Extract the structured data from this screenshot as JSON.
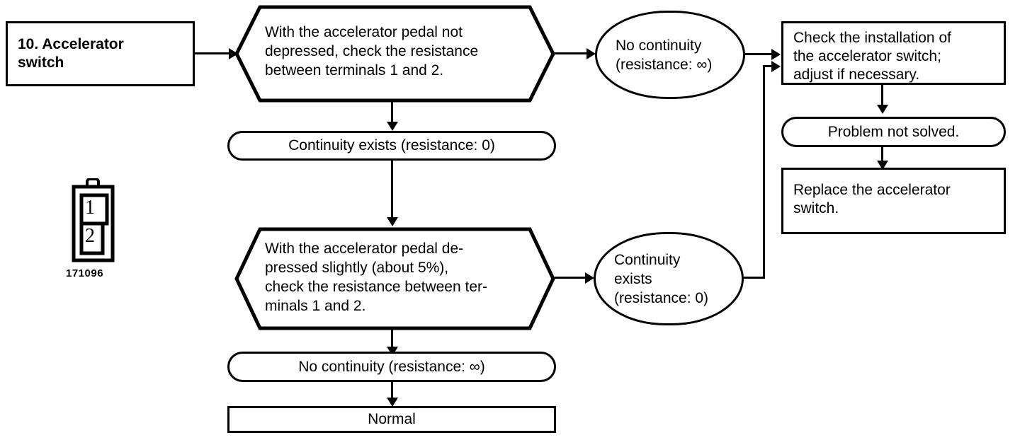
{
  "diagram": {
    "title_box": {
      "label": "10.  Accelerator\nswitch"
    },
    "steps": [
      {
        "id": "test-1",
        "shape": "hexagon",
        "text": "With the accelerator pedal not\ndepressed, check the resistance\nbetween terminals 1 and 2."
      },
      {
        "id": "result-1-no-continuity",
        "shape": "oval",
        "text": "No continuity\n(resistance:  ∞)"
      },
      {
        "id": "result-1-continuity",
        "shape": "pill",
        "text": "Continuity exists (resistance: 0)"
      },
      {
        "id": "test-2",
        "shape": "hexagon",
        "text": "With the accelerator pedal de-\npressed slightly (about 5%),\ncheck the resistance between ter-\nminals 1 and 2."
      },
      {
        "id": "result-2-continuity",
        "shape": "oval",
        "text": "Continuity\nexists\n(resistance: 0)"
      },
      {
        "id": "result-2-no-continuity",
        "shape": "pill",
        "text": "No continuity (resistance: ∞)"
      },
      {
        "id": "outcome-normal",
        "shape": "rect",
        "text": "Normal"
      },
      {
        "id": "action-check-installation",
        "shape": "rect",
        "text": "Check the installation of\nthe accelerator switch;\nadjust if necessary."
      },
      {
        "id": "status-problem-not-solved",
        "shape": "pill",
        "text": "Problem not solved."
      },
      {
        "id": "action-replace-switch",
        "shape": "rect",
        "text": "Replace the accelerator\nswitch."
      }
    ],
    "connector_illustration": {
      "terminal_1": "1",
      "terminal_2": "2",
      "part_number": "171096"
    },
    "colors": {
      "stroke": "#000000",
      "background": "#ffffff"
    }
  }
}
